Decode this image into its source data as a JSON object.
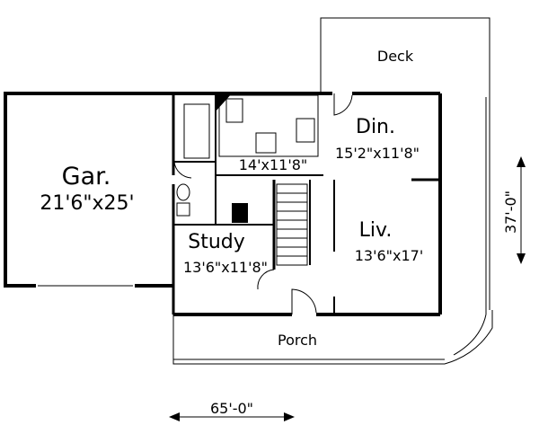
{
  "rooms": {
    "garage": {
      "name": "Gar.",
      "size": "21'6\"x25'"
    },
    "study": {
      "name": "Study",
      "size": "13'6\"x11'8\""
    },
    "dining": {
      "name": "Din.",
      "size": "15'2\"x11'8\""
    },
    "kitchen": {
      "size": "14'x11'8\""
    },
    "living": {
      "name": "Liv.",
      "size": "13'6\"x17'"
    },
    "deck": {
      "name": "Deck"
    },
    "porch": {
      "name": "Porch"
    }
  },
  "dimensions": {
    "width": "65'-0\"",
    "depth": "37'-0\""
  }
}
